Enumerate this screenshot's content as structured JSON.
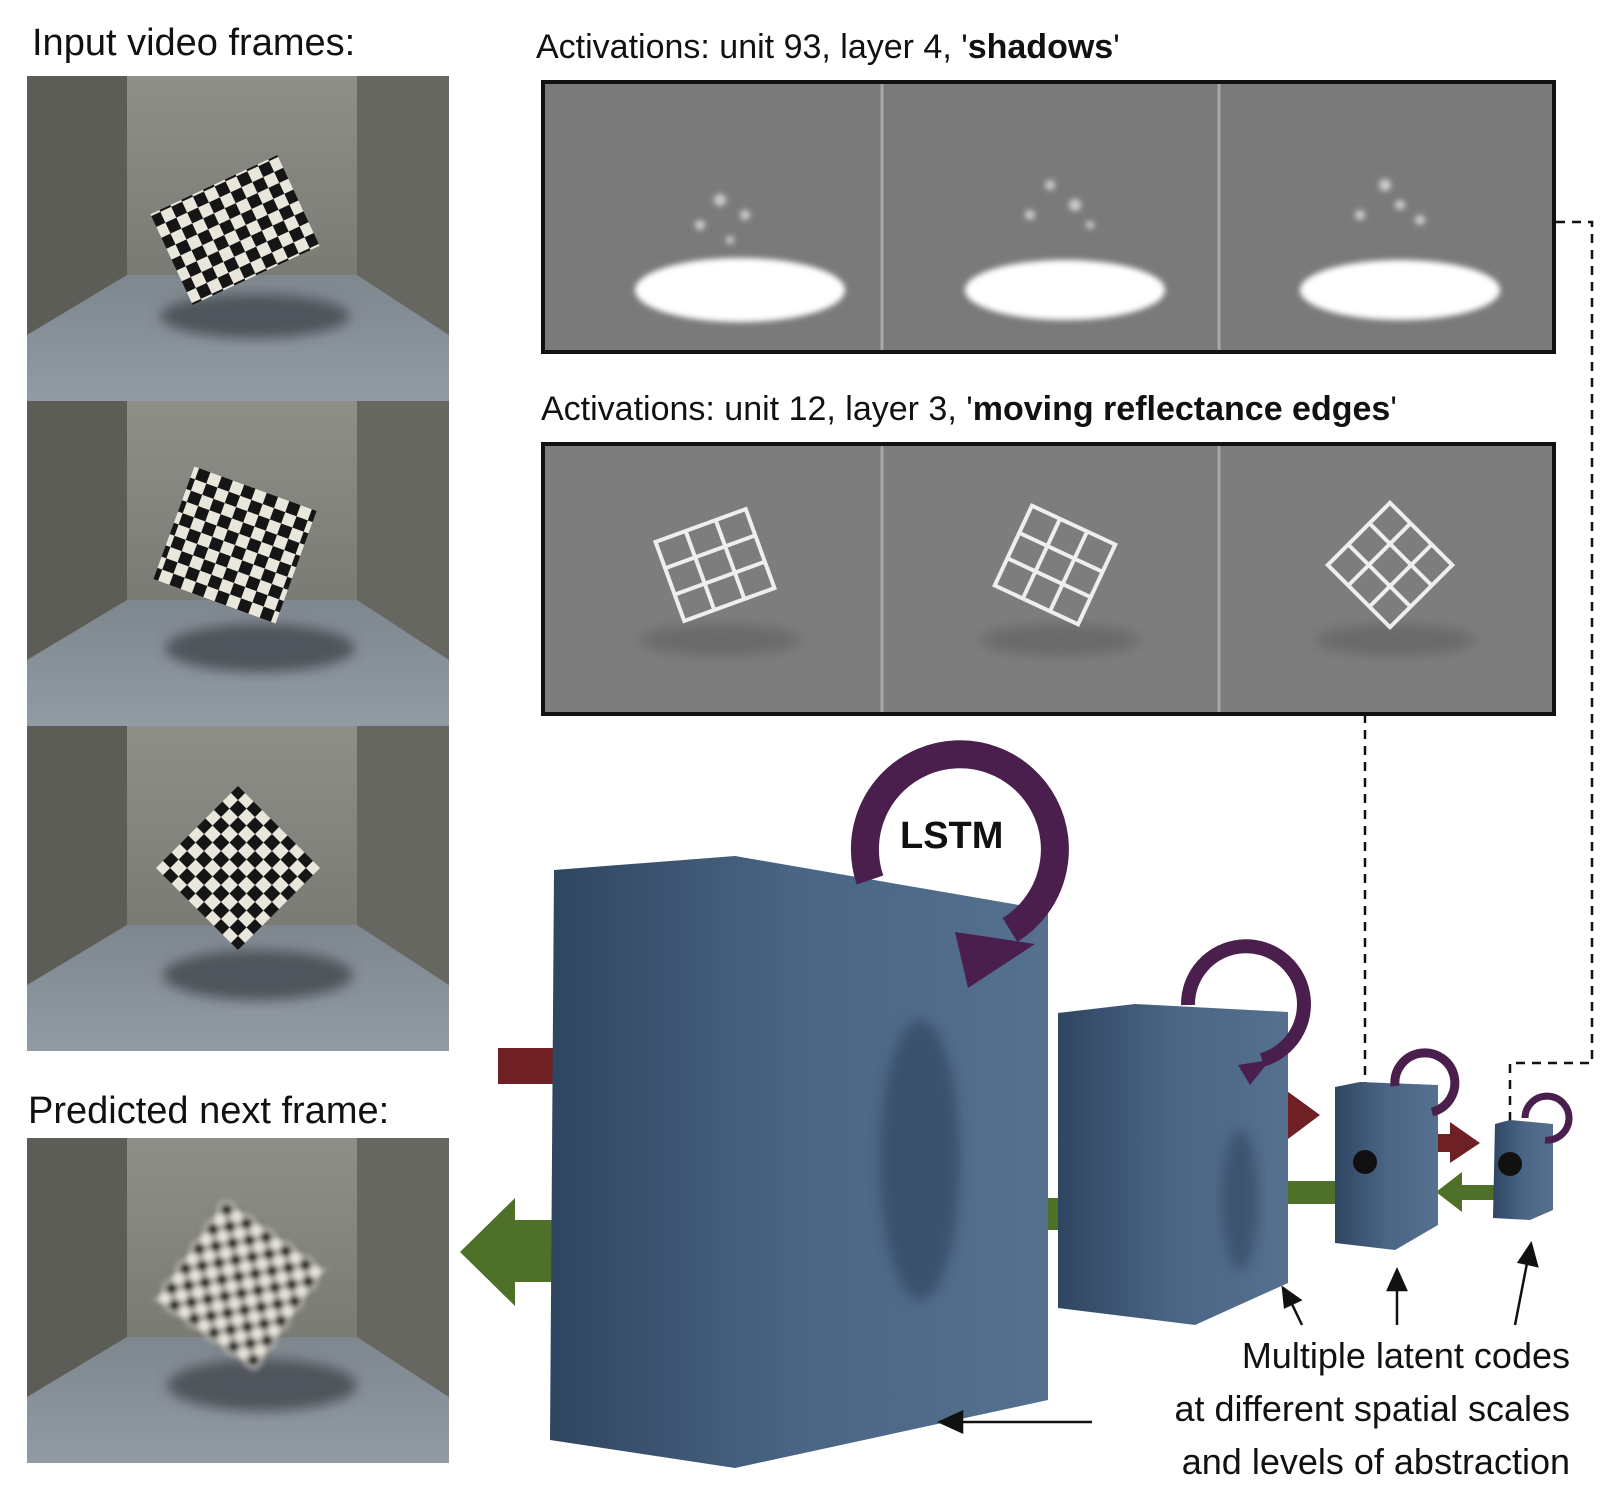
{
  "labels": {
    "input_frames": "Input video frames:",
    "predicted_frame": "Predicted next frame:",
    "act1_prefix": "Activations: unit 93, layer 4, '",
    "act1_bold": "shadows",
    "act1_suffix": "'",
    "act2_prefix": "Activations: unit 12, layer 3, '",
    "act2_bold": "moving reflectance edges",
    "act2_suffix": "'",
    "lstm": "LSTM",
    "latent_line1": "Multiple latent codes",
    "latent_line2": "at different spatial scales",
    "latent_line3": "and levels of abstraction"
  },
  "colors": {
    "block_blue": "#4a6585",
    "forward_arrow": "#6e2024",
    "backward_arrow": "#4e7029",
    "lstm_loop": "#4a1f4d",
    "room_wall": "#6b6b66",
    "room_floor": "#8a929a"
  }
}
